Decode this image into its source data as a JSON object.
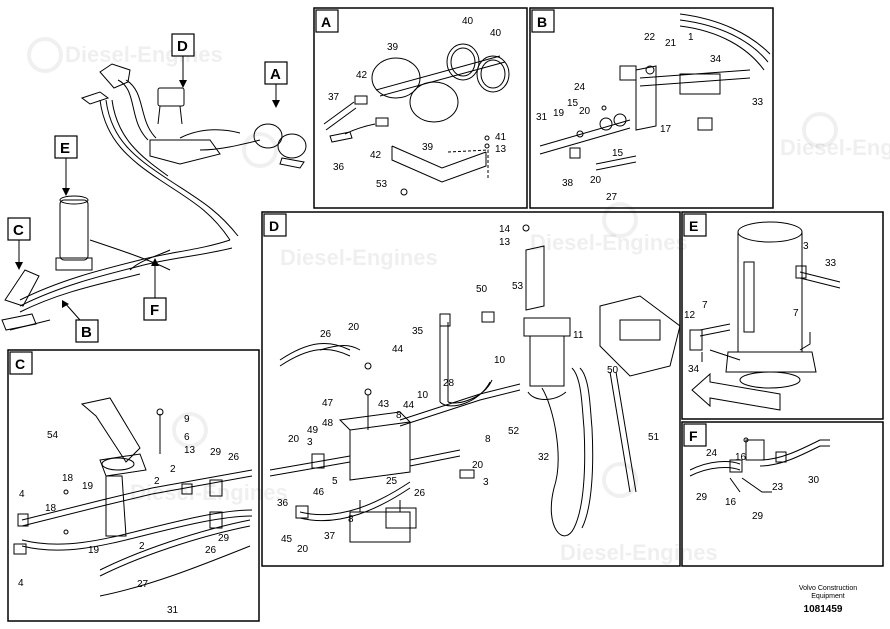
{
  "panels": {
    "A": {
      "letter": "A",
      "callouts": [
        "39",
        "40",
        "40",
        "42",
        "37",
        "36",
        "42",
        "39",
        "41",
        "13",
        "53"
      ]
    },
    "B": {
      "letter": "B",
      "callouts": [
        "22",
        "21",
        "1",
        "34",
        "24",
        "33",
        "19",
        "20",
        "15",
        "31",
        "17",
        "38",
        "20",
        "15",
        "27"
      ]
    },
    "C": {
      "letter": "C",
      "callouts": [
        "54",
        "9",
        "6",
        "13",
        "18",
        "19",
        "2",
        "29",
        "26",
        "4",
        "18",
        "2",
        "19",
        "2",
        "26",
        "29",
        "4",
        "27",
        "31"
      ]
    },
    "D": {
      "letter": "D",
      "callouts": [
        "14",
        "13",
        "53",
        "50",
        "26",
        "20",
        "44",
        "35",
        "11",
        "10",
        "28",
        "47",
        "48",
        "43",
        "44",
        "10",
        "8",
        "52",
        "8",
        "20",
        "49",
        "3",
        "46",
        "5",
        "50",
        "51",
        "20",
        "36",
        "25",
        "26",
        "3",
        "32",
        "45",
        "20",
        "37",
        "8"
      ]
    },
    "E": {
      "letter": "E",
      "callouts": [
        "3",
        "33",
        "7",
        "12",
        "7",
        "34"
      ]
    },
    "F": {
      "letter": "F",
      "callouts": [
        "24",
        "16",
        "23",
        "30",
        "29",
        "16",
        "29"
      ]
    }
  },
  "overview_flags": [
    "A",
    "B",
    "C",
    "D",
    "E",
    "F"
  ],
  "footer": {
    "brand": "Volvo Construction Equipment",
    "number": "1081459"
  },
  "watermark": "Diesel-Engines"
}
